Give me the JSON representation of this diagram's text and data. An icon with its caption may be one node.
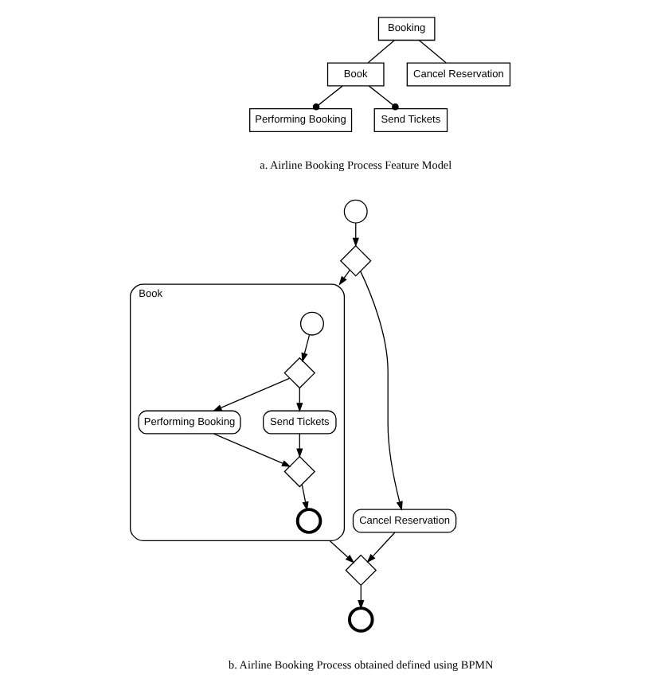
{
  "diagram": {
    "nodes": [
      {
        "text": [
          "Booking"
        ]
      },
      {
        "text": [
          "Book"
        ]
      },
      {
        "text": [
          "Cancel Reservation"
        ]
      },
      {
        "text": [
          "Performing Booking"
        ]
      },
      {
        "text": [
          "Send Tickets"
        ]
      },
      {
        "text": [],
        "shape": "circle"
      },
      {
        "text": [],
        "shape": "diamond"
      },
      {
        "text": [
          "Cancel Reservation"
        ]
      },
      {
        "text": [
          "Book"
        ]
      },
      {
        "text": [],
        "shape": "circle",
        "in": 8
      },
      {
        "text": [],
        "shape": "diamond",
        "in": 8
      },
      {
        "text": [
          "Performing Booking"
        ],
        "in": 8
      },
      {
        "text": [
          "Send Tickets"
        ],
        "in": 8
      },
      {
        "text": [],
        "shape": "diamond",
        "in": 8
      },
      {
        "text": [],
        "shape": "circle",
        "in": 8
      },
      {
        "text": [],
        "shape": "diamond"
      },
      {
        "text": [],
        "shape": "circle"
      }
    ],
    "edges": [
      {
        "from": 0,
        "to": 1,
        "arrow": "none"
      },
      {
        "from": 0,
        "to": 2,
        "arrow": "none"
      },
      {
        "from": 1,
        "to": 3,
        "arrow": "other"
      },
      {
        "from": 1,
        "to": 4,
        "arrow": "other"
      },
      {
        "from": 5,
        "to": 6,
        "arrow": "to"
      },
      {
        "from": 6,
        "to": 7,
        "arrow": "to"
      },
      {
        "from": 6,
        "to": 8,
        "arrow": "to"
      },
      {
        "from": 9,
        "to": 10,
        "arrow": "to"
      },
      {
        "from": 10,
        "to": 11,
        "arrow": "to"
      },
      {
        "from": 10,
        "to": 12,
        "arrow": "to"
      },
      {
        "from": 11,
        "to": 13,
        "arrow": "to"
      },
      {
        "from": 12,
        "to": 13,
        "arrow": "to"
      },
      {
        "from": 13,
        "to": 14,
        "arrow": "to"
      },
      {
        "from": 7,
        "to": 15,
        "arrow": "to"
      },
      {
        "from": 8,
        "to": 15,
        "arrow": "to"
      },
      {
        "from": 15,
        "to": 16,
        "arrow": "to"
      }
    ],
    "labels": [
      "a. Airline Booking Process Feature Model",
      "b. Airline Booking Process obtained defined using BPMN"
    ]
  }
}
